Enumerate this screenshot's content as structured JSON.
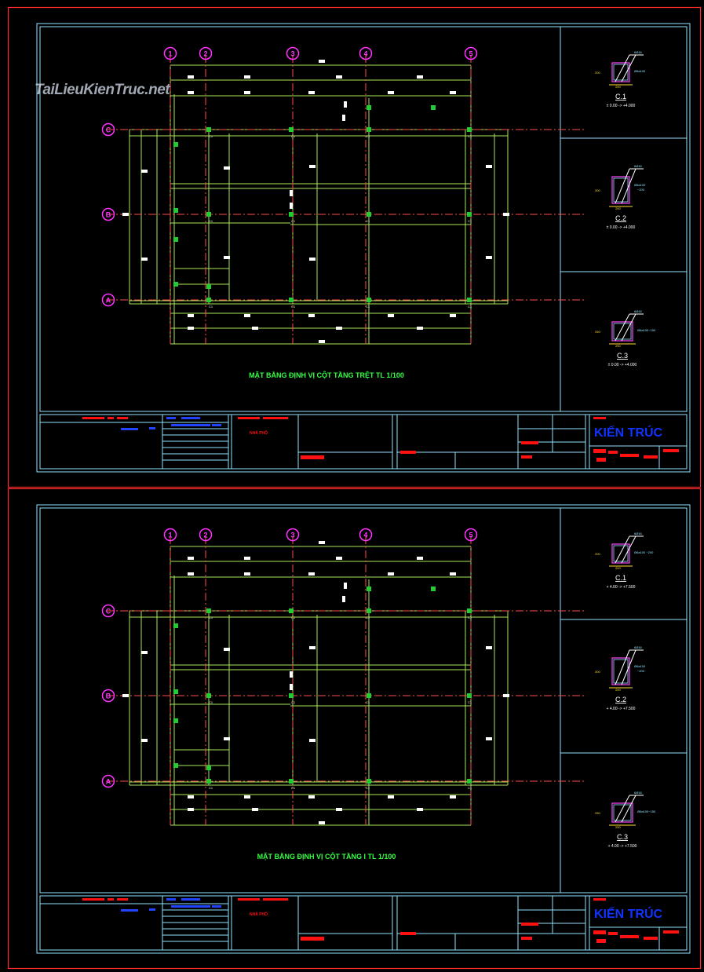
{
  "watermark": "TaiLieuKienTruc.net",
  "colors": {
    "background": "#000000",
    "sheet_border": "#ff2a2a",
    "frame": "#8fe3ff",
    "grid_axis": "#ff4d4d",
    "beam": "#a8e85a",
    "bubble": "#ff33ff",
    "column": "#22cc33",
    "title_text": "#33ff44",
    "brand_text": "#1133ff",
    "tag_red": "#ff1111",
    "tag_blue": "#2244ff"
  },
  "axes": {
    "vertical": [
      "1",
      "2",
      "3",
      "4",
      "5"
    ],
    "horizontal": [
      "C",
      "B",
      "A"
    ]
  },
  "column_tag": "C1",
  "sheets": [
    {
      "plan_title": "MẶT BẰNG ĐỊNH VỊ CỘT TẦNG TRỆT TL 1/100",
      "sections": [
        {
          "name": "C.1",
          "level": "± 0.00 -> +4.000",
          "height": "200",
          "width": "200",
          "bar": "6Ø16",
          "stirrup": "Ø6a100"
        },
        {
          "name": "C.2",
          "level": "± 0.00 -> +4.000",
          "height": "300",
          "width": "200",
          "bar": "6Ø16",
          "stirrup": "Ø6a100",
          "stirrup2": "~200"
        },
        {
          "name": "C.3",
          "level": "± 0.00 -> +4.000",
          "height": "250",
          "width": "250",
          "bar": "6Ø16",
          "stirrup": "Ø6a100~150"
        }
      ],
      "project": "NHÀ PHỐ",
      "brand": "KIẾN TRÚC"
    },
    {
      "plan_title": "MẶT BẰNG ĐỊNH VỊ CỘT TẦNG I TL 1/100",
      "sections": [
        {
          "name": "C.1",
          "level": "+ 4.00 -> +7.500",
          "height": "200",
          "width": "200",
          "bar": "6Ø16",
          "stirrup": "Ø6a100 ~200"
        },
        {
          "name": "C.2",
          "level": "+ 4.00 -> +7.500",
          "height": "300",
          "width": "200",
          "bar": "6Ø16",
          "stirrup": "Ø6a100",
          "stirrup2": "~200"
        },
        {
          "name": "C.3",
          "level": "+ 4.00 -> +7.500",
          "height": "250",
          "width": "250",
          "bar": "6Ø16",
          "stirrup": "Ø6a100~150"
        }
      ],
      "project": "NHÀ PHỐ",
      "brand": "KIẾN TRÚC"
    }
  ]
}
